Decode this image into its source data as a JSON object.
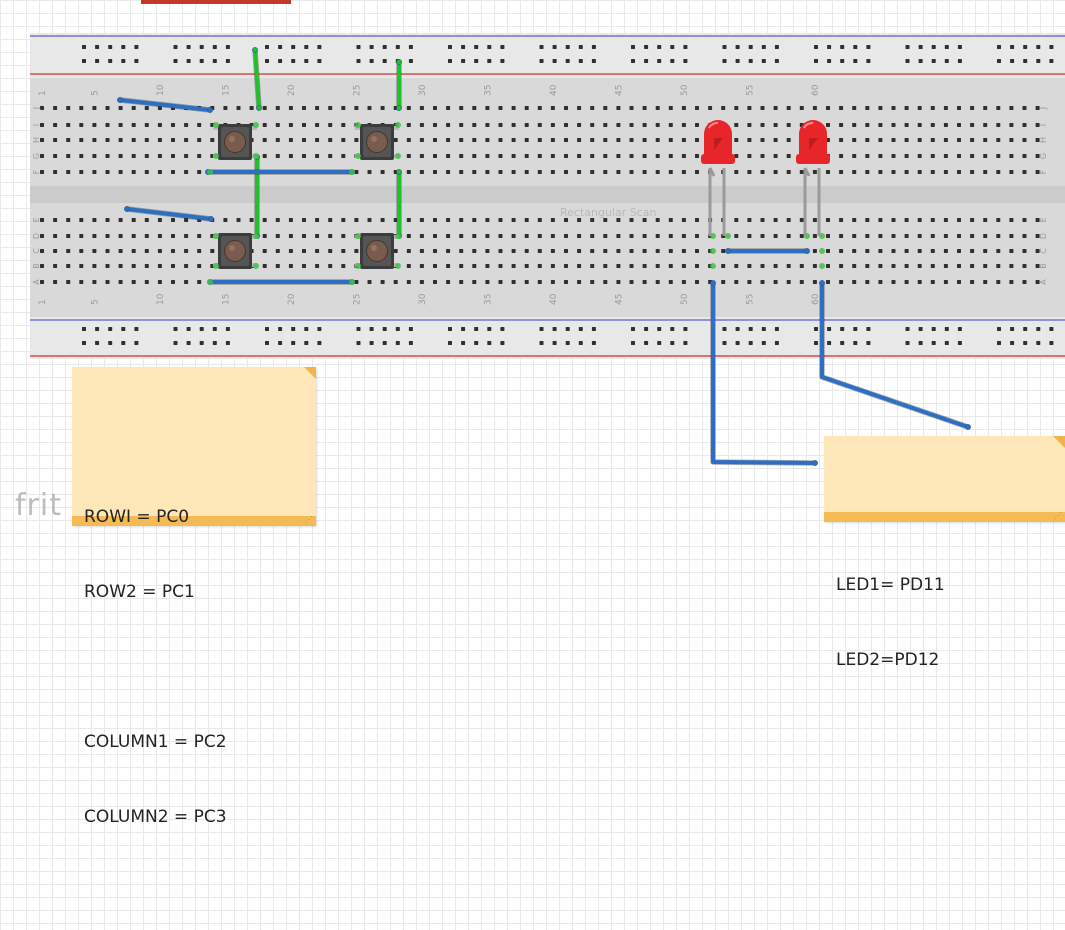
{
  "app": {
    "logo_text": "frit"
  },
  "breadboard": {
    "column_labels_top": [
      "1",
      "5",
      "10",
      "15",
      "20",
      "25",
      "30",
      "35",
      "40",
      "45",
      "50",
      "55",
      "60"
    ],
    "column_labels_bottom": [
      "1",
      "5",
      "10",
      "15",
      "20",
      "25",
      "30",
      "35",
      "40",
      "45",
      "50",
      "55",
      "60"
    ],
    "row_labels_top": [
      "J",
      "I",
      "H",
      "G",
      "F"
    ],
    "row_labels_bottom": [
      "E",
      "D",
      "C",
      "B",
      "A"
    ],
    "watermark": "Rectangular Scan"
  },
  "notes": {
    "keypad": {
      "lines": [
        "ROWI = PC0",
        "ROW2 = PC1",
        "",
        "COLUMN1 = PC2",
        "COLUMN2 = PC3"
      ]
    },
    "leds": {
      "lines": [
        "LED1= PD11",
        "LED2=PD12"
      ]
    }
  },
  "colors": {
    "wire_green": "#22c12b",
    "wire_blue": "#2c6fc4",
    "led_red": "#e8262a",
    "button_body": "#3c3c3c",
    "button_cap": "#7a5c4e",
    "note_fill": "#fde7b8",
    "note_band": "#f4bb55",
    "rail_red": "#d62b2b",
    "rail_blue": "#5b5bd6"
  }
}
